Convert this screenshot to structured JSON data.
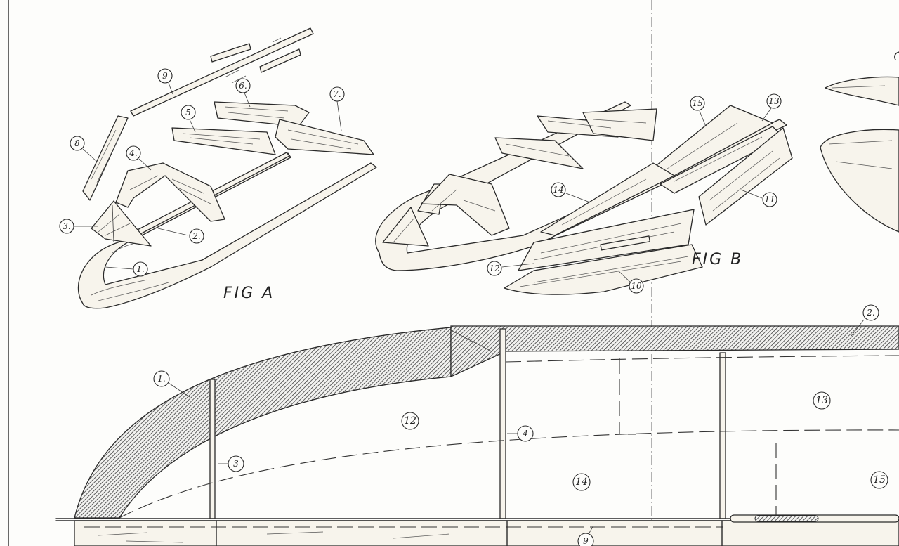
{
  "figures": {
    "fig_a": "FIG A",
    "fig_b": "FIG B"
  },
  "callouts": {
    "c1": "1.",
    "c2": "2.",
    "c3": "3.",
    "c4": "4.",
    "c5": "5",
    "c6": "6.",
    "c7": "7.",
    "c8": "8",
    "c9": "9",
    "c10": "10",
    "c11": "11",
    "c12": "12",
    "c13": "13",
    "c14": "14",
    "c15": "15"
  },
  "profile_labels": {
    "p1": "1.",
    "p2": "2.",
    "p3": "3",
    "p4": "4",
    "p9": "9",
    "p12": "12",
    "p13": "13",
    "p14": "14",
    "p15": "15"
  }
}
